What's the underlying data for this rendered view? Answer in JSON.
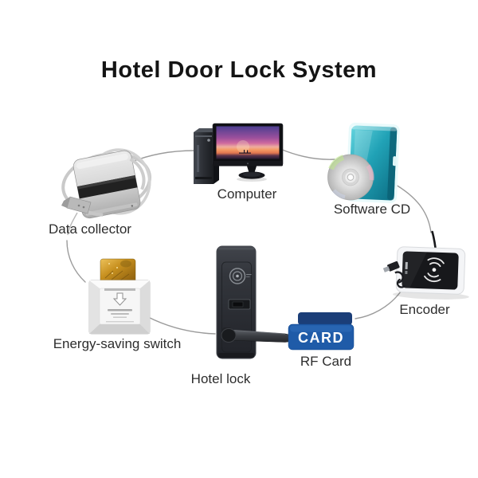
{
  "title": "Hotel Door Lock System",
  "diagram": {
    "nodes": [
      {
        "id": "computer",
        "label": "Computer"
      },
      {
        "id": "software-cd",
        "label": "Software CD"
      },
      {
        "id": "data-collector",
        "label": "Data collector"
      },
      {
        "id": "encoder",
        "label": "Encoder"
      },
      {
        "id": "energy-saving-switch",
        "label": "Energy-saving switch"
      },
      {
        "id": "hotel-lock",
        "label": "Hotel lock"
      },
      {
        "id": "rf-card",
        "label": "RF Card"
      }
    ],
    "rf_card_text": "CARD",
    "connections": [
      {
        "from": "data-collector",
        "to": "computer"
      },
      {
        "from": "computer",
        "to": "software-cd"
      },
      {
        "from": "software-cd",
        "to": "encoder"
      },
      {
        "from": "encoder",
        "to": "rf-card"
      },
      {
        "from": "rf-card",
        "to": "hotel-lock"
      },
      {
        "from": "data-collector",
        "to": "energy-saving-switch"
      },
      {
        "from": "energy-saving-switch",
        "to": "hotel-lock"
      }
    ],
    "colors": {
      "background": "#ffffff",
      "title_text": "#141414",
      "label_text": "#2d2d2d",
      "connector": "#9b9b9b",
      "rf_card_blue": "#1f5ba8",
      "rf_card_navy": "#1b3e78",
      "software_box_teal": "#21a2b6",
      "lock_body": "#2a2c31",
      "switch_card_gold": "#c7901f"
    }
  }
}
